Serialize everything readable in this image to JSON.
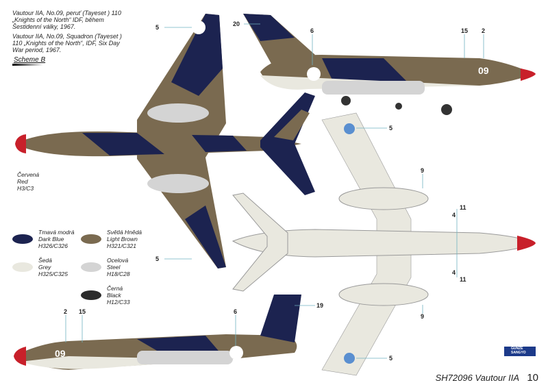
{
  "description_cz": "Vautour IIA, No.09, peruť (Tayeset ) 110 „Knights of the North“ IDF, během Šestidenní války, 1967.",
  "description_en": "Vautour IIA, No.09, Squadron (Tayeset ) 110 „Knights of the North“, IDF, Six Day War period, 1967.",
  "scheme": "Scheme B",
  "red_label": [
    "Červená",
    "Red",
    "H3/C3"
  ],
  "swatches": [
    {
      "cz": "Tmavá modrá",
      "en": "Dark Blue",
      "code": "H326/C326",
      "color": "#1c2350"
    },
    {
      "cz": "Světlá Hnědá",
      "en": "Light Brown",
      "code": "H321/C321",
      "color": "#7a6a50"
    },
    {
      "cz": "Šedá",
      "en": "Grey",
      "code": "H325/C325",
      "color": "#e9e8df"
    },
    {
      "cz": "Ocelová",
      "en": "Steel",
      "code": "H18/C28",
      "color": "#d4d4d4"
    },
    {
      "cz": "Černá",
      "en": "Black",
      "code": "H12/C33",
      "color": "#2c2c2c"
    }
  ],
  "callouts": {
    "top_wing_upper": "5",
    "top_wing_lower": "5",
    "side_top": [
      "20",
      "6",
      "15",
      "2"
    ],
    "bottom_view": [
      "5",
      "9",
      "11",
      "4",
      "4",
      "11",
      "9",
      "5"
    ],
    "side_bottom": [
      "2",
      "15",
      "6",
      "19"
    ]
  },
  "aircraft_number": "09",
  "logo": "GUNZE SANGYO",
  "footer": "SH72096 Vautour IIA",
  "page_number": "10"
}
